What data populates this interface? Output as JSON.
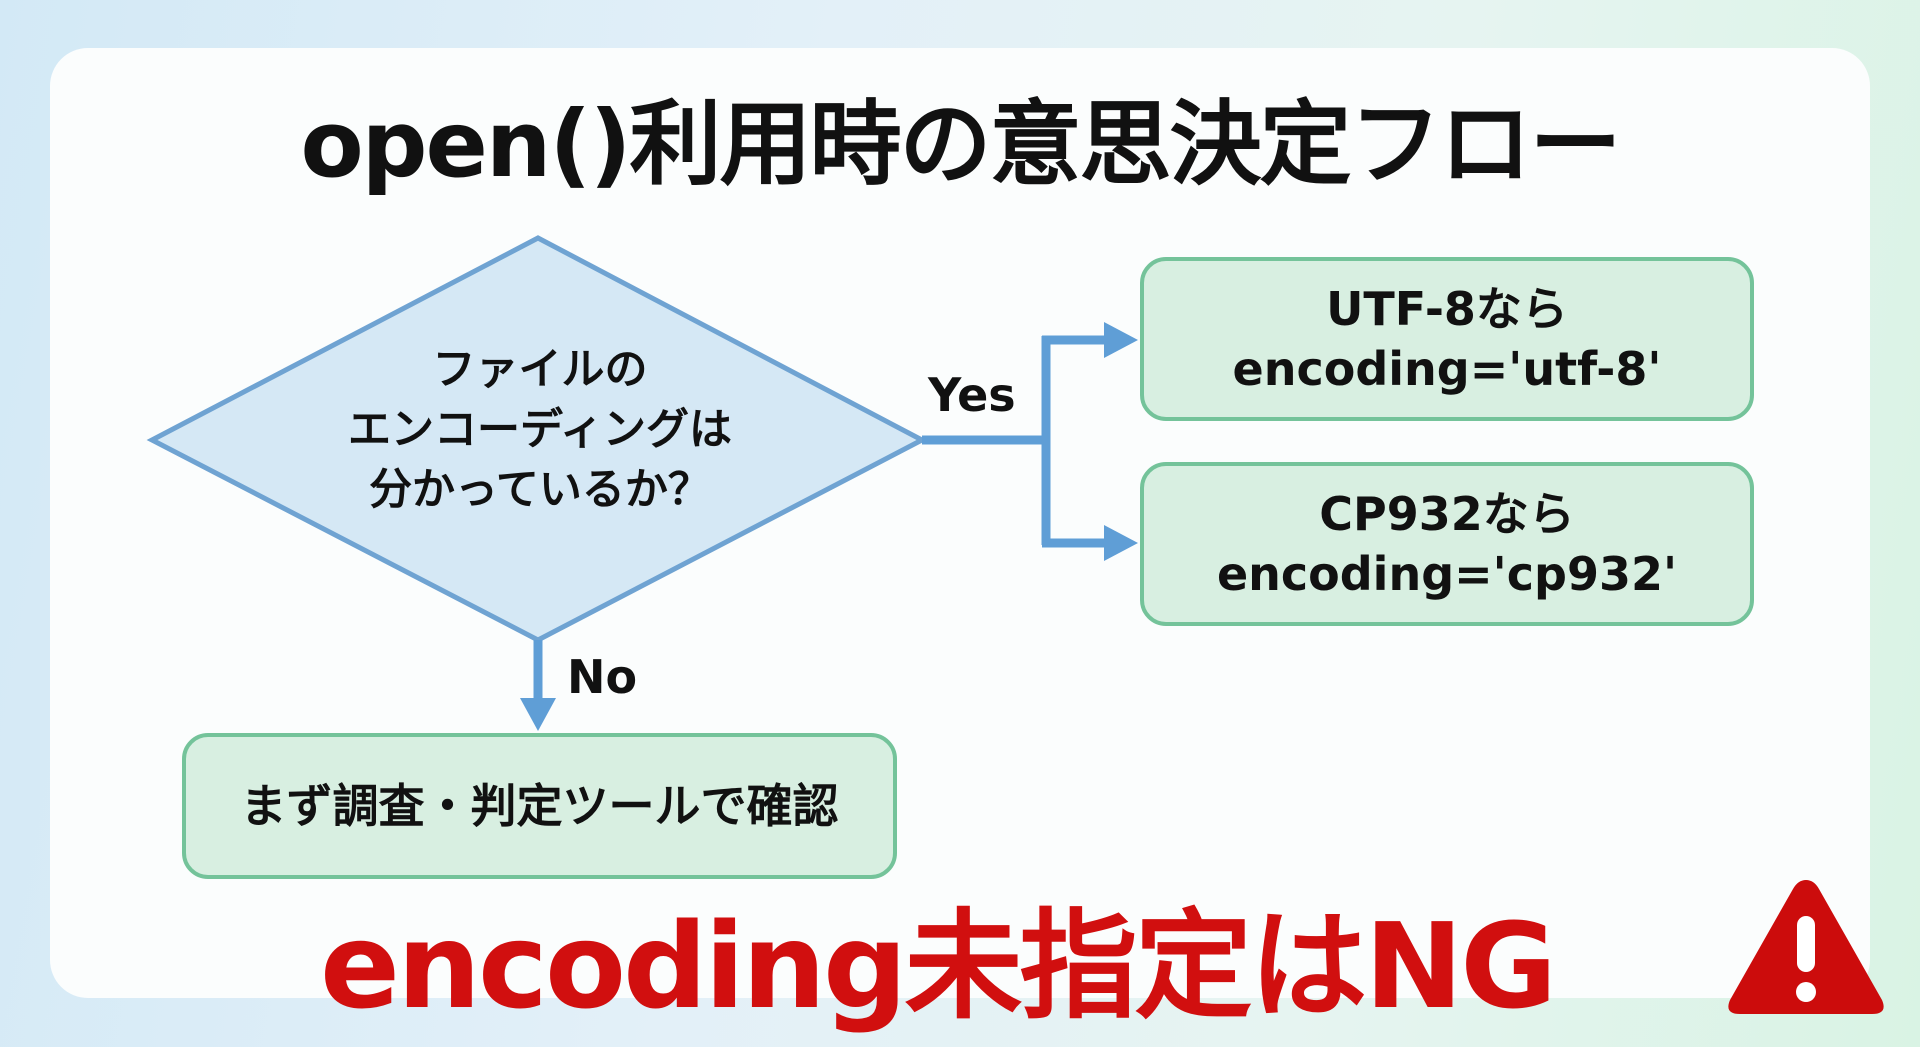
{
  "title": "open()利用時の意思決定フロー",
  "decision": {
    "lines": [
      "ファイルの",
      "エンコーディングは",
      "分かっているか？"
    ]
  },
  "branches": {
    "yes_label": "Yes",
    "no_label": "No"
  },
  "yes_results": [
    {
      "line1": "UTF-8なら",
      "line2": "encoding='utf-8'"
    },
    {
      "line1": "CP932なら",
      "line2": "encoding='cp932'"
    }
  ],
  "no_result": {
    "text": "まず調査・判定ツールで確認"
  },
  "warning": {
    "text": "encoding未指定はNG",
    "icon": "warning-triangle-icon"
  },
  "colors": {
    "decision_fill": "#d5e8f5",
    "decision_stroke": "#6fa3d2",
    "arrow": "#5f9ed6",
    "result_fill": "#d8efe1",
    "result_stroke": "#74c39a",
    "warning_red": "#d10f0f"
  }
}
